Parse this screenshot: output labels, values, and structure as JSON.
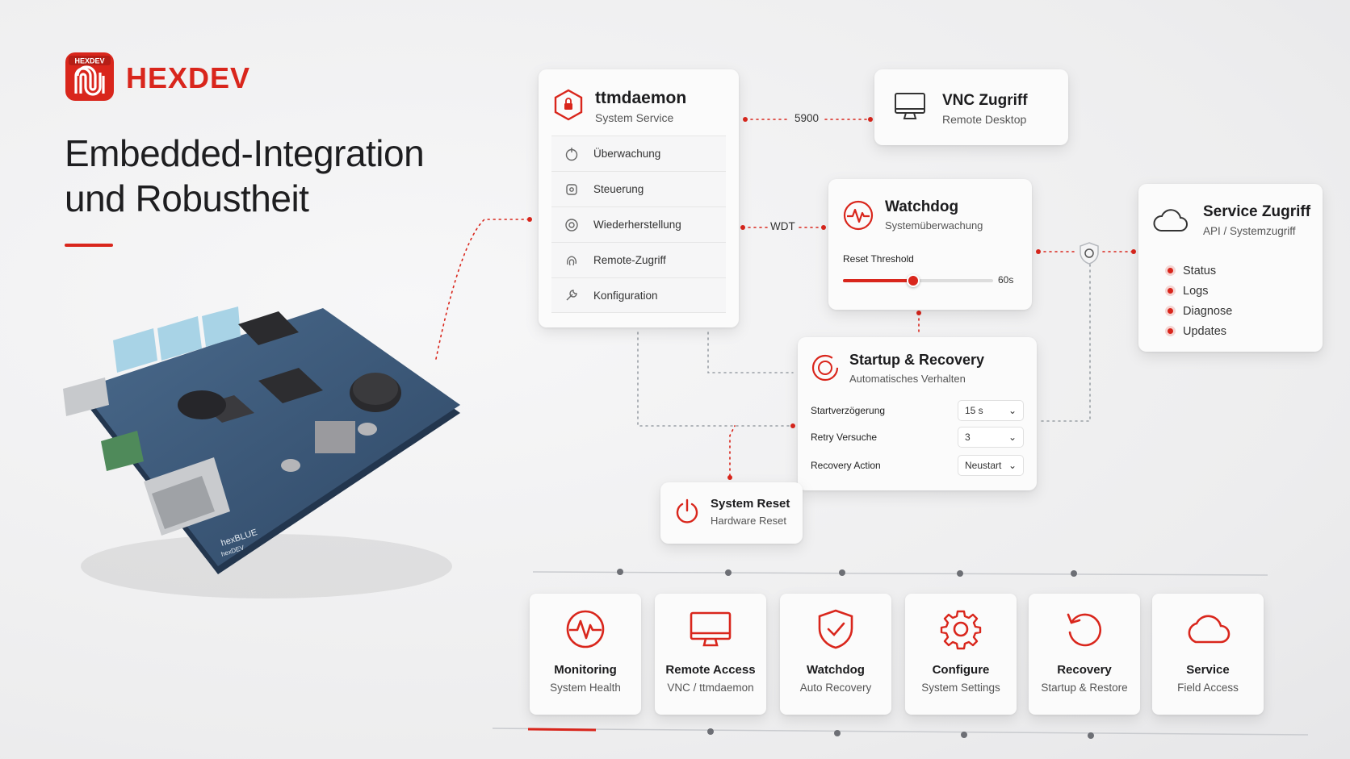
{
  "brand": {
    "name": "HEXDEV",
    "badge": "HEXDEV"
  },
  "headline": {
    "line1": "Embedded-Integration",
    "line2": "und Robustheit"
  },
  "colors": {
    "accent": "#d9261c",
    "text": "#1c1c1e",
    "muted": "#555555"
  },
  "board": {
    "label1": "hexBLUE",
    "label2": "hexDEV"
  },
  "ttmdaemon": {
    "icon": "hexagon-lock-icon",
    "title": "ttmdaemon",
    "subtitle": "System Service",
    "items": [
      {
        "label": "Überwachung",
        "icon": "power-clock-icon"
      },
      {
        "label": "Steuerung",
        "icon": "control-icon"
      },
      {
        "label": "Wiederherstellung",
        "icon": "restore-icon"
      },
      {
        "label": "Remote-Zugriff",
        "icon": "fingerprint-icon"
      },
      {
        "label": "Konfiguration",
        "icon": "wrench-icon"
      }
    ]
  },
  "connectors": {
    "vnc_port": "5900",
    "wdt": "WDT"
  },
  "vnc": {
    "icon": "monitor-icon",
    "title": "VNC Zugriff",
    "subtitle": "Remote Desktop"
  },
  "watchdog": {
    "icon": "heartbeat-icon",
    "title": "Watchdog",
    "subtitle": "Systemüberwachung",
    "threshold_label": "Reset Threshold",
    "threshold_value": "60s",
    "slider_fraction": 0.47
  },
  "service": {
    "icon": "cloud-icon",
    "title": "Service Zugriff",
    "subtitle": "API / Systemzugriff",
    "items": [
      "Status",
      "Logs",
      "Diagnose",
      "Updates"
    ]
  },
  "startup": {
    "icon": "recovery-ring-icon",
    "title": "Startup & Recovery",
    "subtitle": "Automatisches Verhalten",
    "rows": [
      {
        "label": "Startverzögerung",
        "value": "15 s"
      },
      {
        "label": "Retry Versuche",
        "value": "3"
      },
      {
        "label": "Recovery Action",
        "value": "Neustart"
      }
    ]
  },
  "reset": {
    "icon": "power-icon",
    "title": "System Reset",
    "subtitle": "Hardware Reset"
  },
  "tiles": [
    {
      "title": "Monitoring",
      "subtitle": "System Health",
      "icon": "heartbeat-icon"
    },
    {
      "title": "Remote Access",
      "subtitle": "VNC / ttmdaemon",
      "icon": "monitor-icon"
    },
    {
      "title": "Watchdog",
      "subtitle": "Auto Recovery",
      "icon": "shield-check-icon"
    },
    {
      "title": "Configure",
      "subtitle": "System Settings",
      "icon": "gear-icon"
    },
    {
      "title": "Recovery",
      "subtitle": "Startup & Restore",
      "icon": "rotate-icon"
    },
    {
      "title": "Service",
      "subtitle": "Field Access",
      "icon": "cloud-icon"
    }
  ]
}
